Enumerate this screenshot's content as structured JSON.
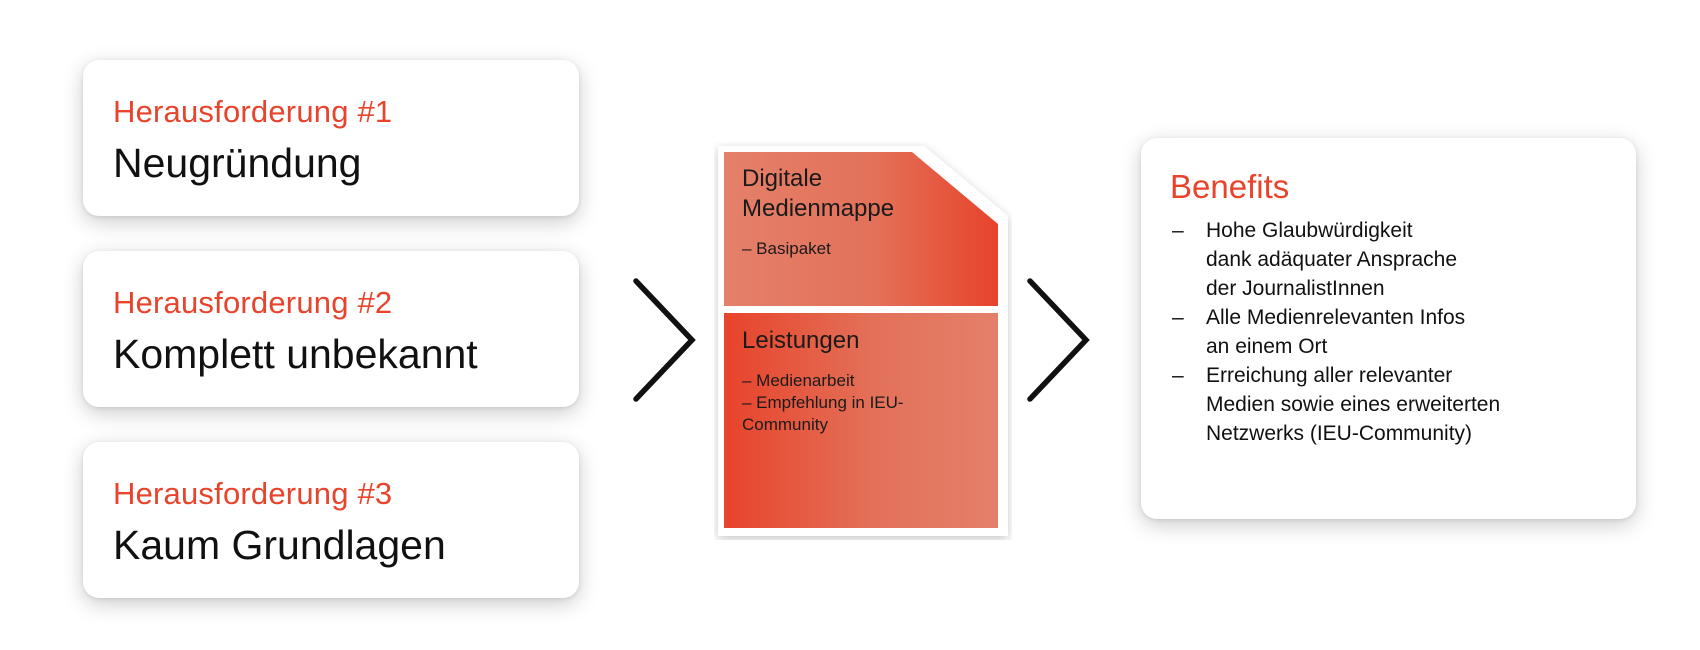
{
  "challenges": [
    {
      "title": "Herausforderung #1",
      "subtitle": "Neugründung"
    },
    {
      "title": "Herausforderung #2",
      "subtitle": "Komplett unbekannt"
    },
    {
      "title": "Herausforderung #3",
      "subtitle": "Kaum Grundlagen"
    }
  ],
  "document": {
    "title_line1": "Digitale",
    "title_line2": "Medienmappe",
    "subtitle": "– Basipaket",
    "section_title": "Leistungen",
    "items": [
      "– Medienarbeit",
      "– Empfehlung in IEU-",
      "Community"
    ]
  },
  "benefits": {
    "title": "Benefits",
    "items": [
      "Hohe Glaubwürdigkeit\ndank adäquater Ansprache\nder JournalistInnen",
      "Alle Medienrelevanten Infos\nan einem Ort",
      "Erreichung aller relevanter\nMedien sowie eines erweiterten\nNetzwerks (IEU-Community)"
    ]
  },
  "colors": {
    "accent": "#e8432b",
    "doc_gradient_light": "#e4806a",
    "doc_gradient_dark": "#e8432b"
  },
  "icons": [
    "chevron-right-icon",
    "chevron-right-icon"
  ]
}
